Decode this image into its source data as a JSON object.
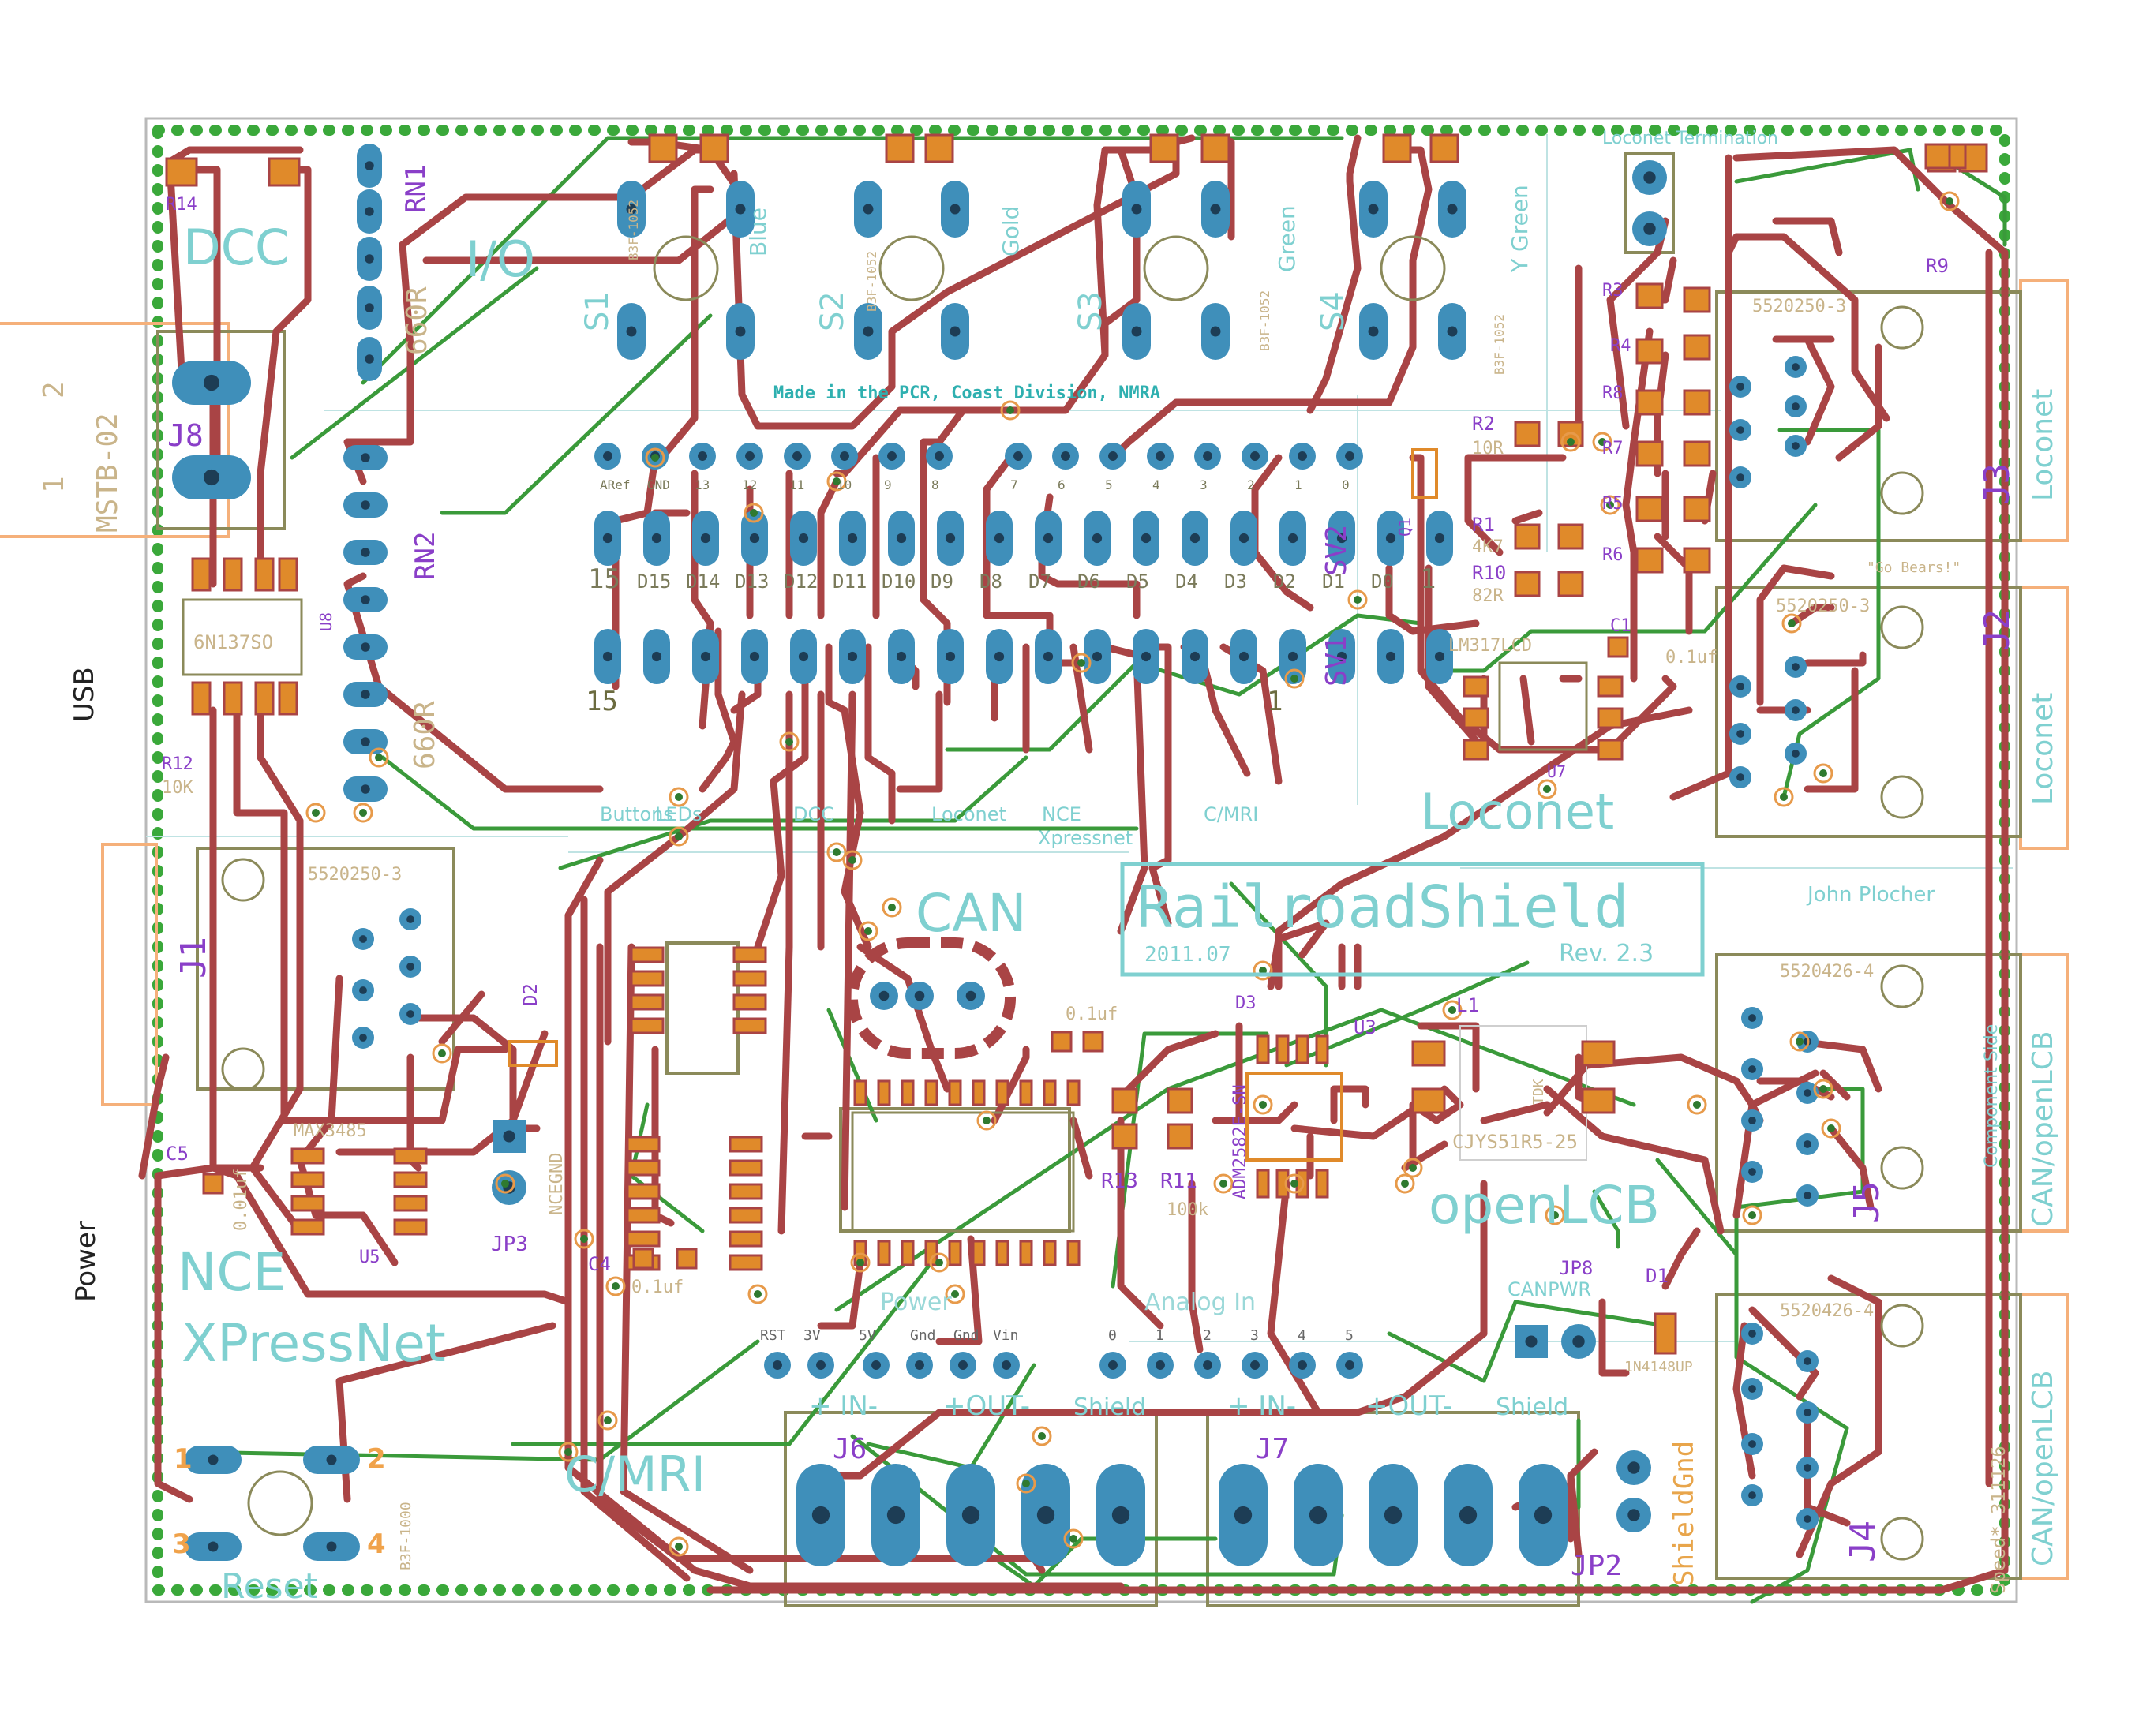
{
  "colors": {
    "background": "#ffffff",
    "copper_top": "#a94445",
    "copper_bottom": "#3a9a3a",
    "pad": "#3f8fba",
    "silkscreen": "#7fd0d0",
    "outline": "#8b8a5a",
    "orange_outline": "#f5b07a",
    "smd_pad": "#e08a2a",
    "via_ring": "#e79a4a",
    "board_edge": "#b9b9b9",
    "dotted_ground": "#3aa83a",
    "names": "#8a3fc8"
  },
  "board": {
    "title": "RailroadShield",
    "date": "2011.07",
    "revision": "Rev. 2.3",
    "author": "John Plocher",
    "credit": "Made in the PCR, Coast Division, NMRA",
    "motto": "\"Go Bears!\"",
    "component_side": "Component Side",
    "speed_note": "Speed* 311126"
  },
  "outside_labels": {
    "usb": "USB",
    "power": "Power"
  },
  "sections": {
    "dcc": "DCC",
    "io": "I/O",
    "loconet": "Loconet",
    "can": "CAN",
    "openlcb": "openLCB",
    "nce": "NCE",
    "xpressnet": "XPressNet",
    "cmri": "C/MRI",
    "reset": "Reset"
  },
  "switches": [
    {
      "name": "S1",
      "color": "Blue",
      "part": "B3F-1052"
    },
    {
      "name": "S2",
      "color": "Gold",
      "part": "B3F-1052"
    },
    {
      "name": "S3",
      "color": "Green",
      "part": "B3F-1052"
    },
    {
      "name": "S4",
      "color": "Y Green",
      "part": "B3F-1052"
    }
  ],
  "resistors": {
    "rn1": "RN1",
    "rn1_val": "660R",
    "rn2": "RN2",
    "rn2_val": "660R",
    "r14": "R14",
    "r12": "R12",
    "r12_val": "10K",
    "r2": "R2",
    "r2_val": "10R",
    "r1": "R1",
    "r1_val": "4K7",
    "r10": "R10",
    "r10_val": "82R",
    "r13": "R13",
    "r11": "R11",
    "r11_val": "100k",
    "r9": "R9",
    "r3": "R3",
    "r4": "R4",
    "r5": "R5",
    "r6": "R6",
    "r7": "R7",
    "r8": "R8"
  },
  "headers": {
    "sv2": "SV2",
    "sv1": "SV1",
    "sv2_top_labels": [
      "ARef",
      "GND",
      "13",
      "12",
      "11",
      "10",
      "9",
      "8",
      "7",
      "6",
      "5",
      "4",
      "3",
      "2",
      "1",
      "0"
    ],
    "sv2_bottom_labels": [
      "15",
      "D15",
      "D14",
      "D13",
      "D12",
      "D11",
      "D10",
      "D9",
      "D8",
      "D7",
      "D6",
      "D5",
      "D4",
      "D3",
      "D2",
      "D1",
      "D0",
      "1"
    ],
    "sv1_start": "15",
    "sv1_end": "1",
    "groups": [
      "Buttons",
      "LEDs",
      "DCC",
      "Loconet",
      "NCE",
      "Xpressnet",
      "C/MRI"
    ]
  },
  "connectors": {
    "j1": "J1",
    "j2": "J2",
    "j3": "J3",
    "j4": "J4",
    "j5": "J5",
    "j6": "J6",
    "j7": "J7",
    "j8": "J8",
    "j1_part": "5520250-3",
    "j2_part": "5520250-3",
    "j3_part": "5520250-3",
    "j4_part": "5520426-4",
    "j5_part": "5520426-4",
    "j8_part": "MSTB-02",
    "j8_pins": [
      "2",
      "1"
    ],
    "loconet_label": "Loconet",
    "canopenlcb_label": "CAN/openLCB",
    "loconet_term": "Loconet Termination",
    "plus_in_minus": "+ IN-",
    "plus_out_minus": "+OUT-",
    "shield": "Shield"
  },
  "jumpers": {
    "jp2": "JP2",
    "jp2_label": "ShieldGnd",
    "jp3": "JP3",
    "jp3_label": "NCEGND",
    "jp8": "JP8",
    "jp8_label": "CANPWR"
  },
  "chips": {
    "u8": "6N137SO",
    "u8_name": "U8",
    "u5": "MAX3485",
    "u5_name": "U5",
    "u7": "LM317LCD",
    "u7_name": "U7",
    "u3": "U3",
    "l1": "L1",
    "l1_part": "CJYS51R5-25",
    "adapter": "ADM2582E-SN",
    "tdk": "TDK",
    "q1": "Q1"
  },
  "caps": {
    "c5": "C5",
    "c5_val": "0.01uf",
    "c4": "C4",
    "c4_val": "0.1uf",
    "c1": "C1",
    "c1_val": "0.1uf",
    "c9": "0.1uf"
  },
  "diodes": {
    "d1": "D1",
    "d1_part": "1N4148UP",
    "d2": "D2",
    "d3": "D3"
  },
  "power_header": {
    "label": "Power",
    "analog": "Analog In",
    "pins": [
      "RST",
      "3V",
      "5V",
      "Gnd",
      "Gnd",
      "Vin"
    ],
    "analog_pins": [
      "0",
      "1",
      "2",
      "3",
      "4",
      "5"
    ]
  },
  "reset_switch": {
    "pins": [
      "1",
      "2",
      "3",
      "4"
    ],
    "part": "B3F-1000"
  }
}
